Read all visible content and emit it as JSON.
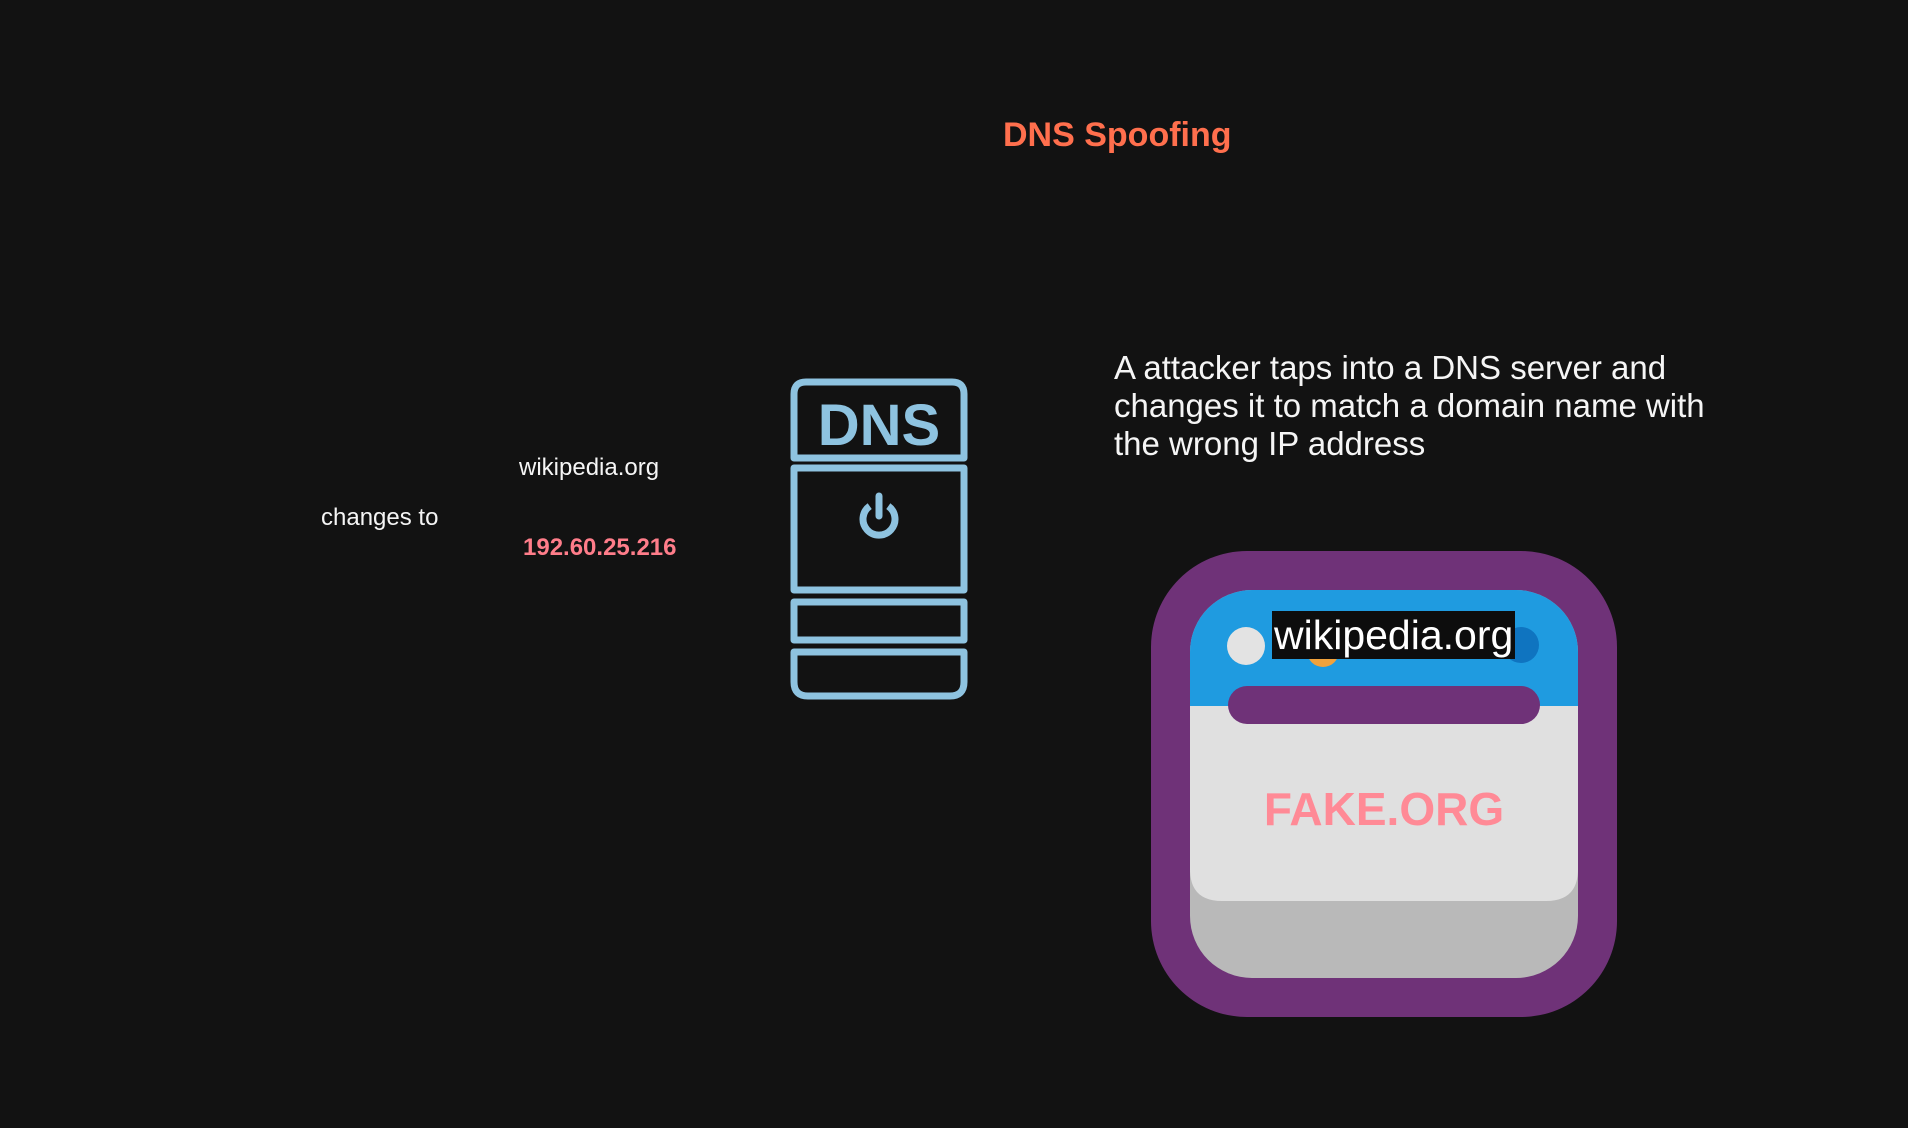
{
  "title": "DNS Spoofing",
  "dns_server": {
    "label": "DNS",
    "icon": "dns-server-icon",
    "power_icon": "power-icon",
    "color": "#8ec3e0"
  },
  "mapping": {
    "domain": "wikipedia.org",
    "changes_to": "changes to",
    "ip": "192.60.25.216",
    "ip_color": "#ff7d8a"
  },
  "description": "A attacker taps into a DNS server and changes it to match a domain name with the wrong IP address",
  "browser": {
    "icon": "browser-window-icon",
    "domain": "wikipedia.org",
    "page_text": "FAKE.ORG",
    "frame_color": "#6f3278",
    "titlebar_color": "#1f9be0",
    "page_text_color": "#ff8a96"
  },
  "title_color": "#ff6f4d"
}
